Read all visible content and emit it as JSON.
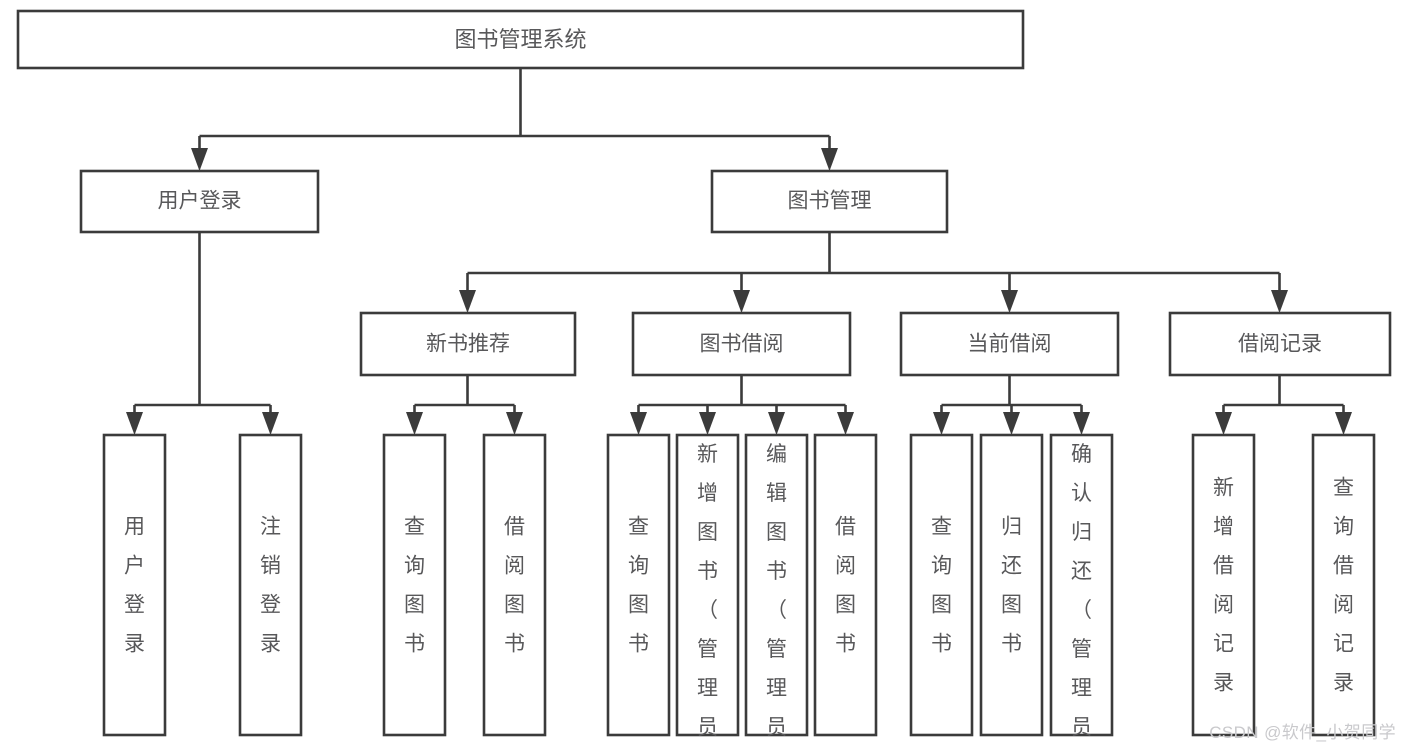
{
  "diagram": {
    "title": "图书管理系统",
    "type": "tree",
    "watermark": "CSDN @软件_小贺同学",
    "colors": {
      "box_stroke": "#3b3b3b",
      "box_fill": "#ffffff",
      "text": "#58585a",
      "connector": "#3b3b3b",
      "watermark": "#c9c9cc",
      "background": "#ffffff"
    },
    "levels": {
      "root": "图书管理系统",
      "level2": [
        "用户登录",
        "图书管理"
      ],
      "level3": [
        "新书推荐",
        "图书借阅",
        "当前借阅",
        "借阅记录"
      ]
    },
    "nodes": {
      "root": {
        "label": "图书管理系统",
        "orientation": "horizontal"
      },
      "user_login": {
        "label": "用户登录",
        "orientation": "horizontal"
      },
      "book_manage": {
        "label": "图书管理",
        "orientation": "horizontal"
      },
      "new_book_rec": {
        "label": "新书推荐",
        "orientation": "horizontal"
      },
      "book_borrow": {
        "label": "图书借阅",
        "orientation": "horizontal"
      },
      "current_borrow": {
        "label": "当前借阅",
        "orientation": "horizontal"
      },
      "borrow_record": {
        "label": "借阅记录",
        "orientation": "horizontal"
      }
    },
    "leaves": {
      "user_login": [
        {
          "label": "用户登录",
          "orientation": "vertical"
        },
        {
          "label": "注销登录",
          "orientation": "vertical"
        }
      ],
      "new_book_rec": [
        {
          "label": "查询图书",
          "orientation": "vertical"
        },
        {
          "label": "借阅图书",
          "orientation": "vertical"
        }
      ],
      "book_borrow": [
        {
          "label": "查询图书",
          "orientation": "vertical"
        },
        {
          "label": "新增图书（管理员）",
          "orientation": "vertical"
        },
        {
          "label": "编辑图书（管理员）",
          "orientation": "vertical"
        },
        {
          "label": "借阅图书",
          "orientation": "vertical"
        }
      ],
      "current_borrow": [
        {
          "label": "查询图书",
          "orientation": "vertical"
        },
        {
          "label": "归还图书",
          "orientation": "vertical"
        },
        {
          "label": "确认归还（管理员）",
          "orientation": "vertical"
        }
      ],
      "borrow_record": [
        {
          "label": "新增借阅记录",
          "orientation": "vertical"
        },
        {
          "label": "查询借阅记录",
          "orientation": "vertical"
        }
      ]
    }
  }
}
